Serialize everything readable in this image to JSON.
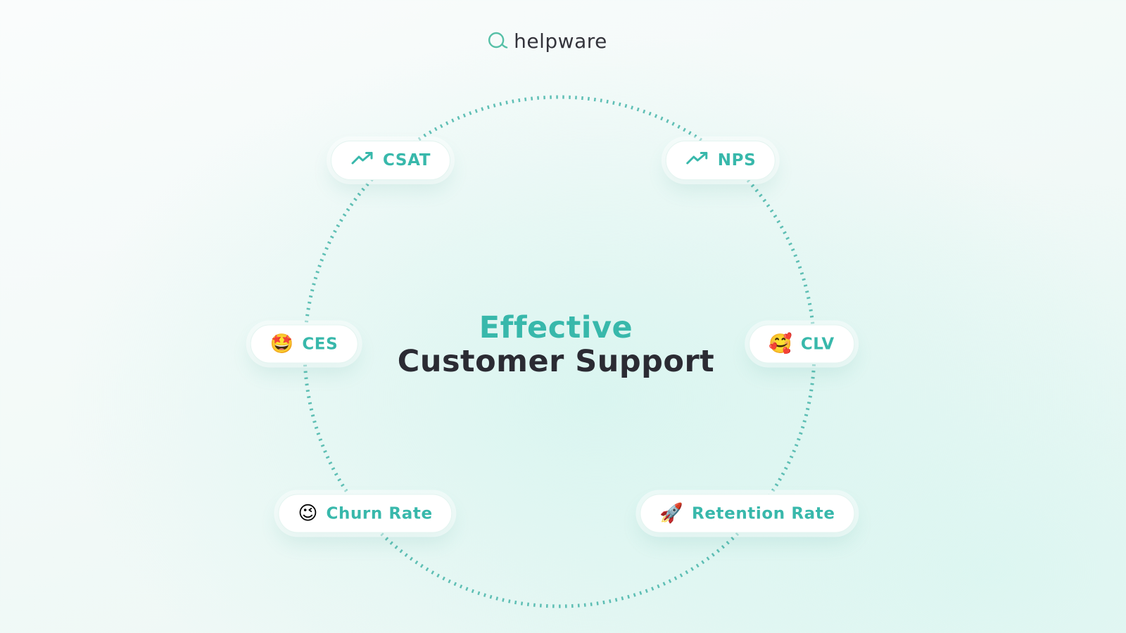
{
  "logo": {
    "text": "helpware",
    "icon": "speech-bubble-icon"
  },
  "title": {
    "line1": "Effective",
    "line2": "Customer Support"
  },
  "metrics": [
    {
      "label": "CSAT",
      "icon": "trending-up-icon"
    },
    {
      "label": "NPS",
      "icon": "trending-up-icon"
    },
    {
      "label": "CES",
      "icon": "star-struck-emoji",
      "emoji": "🤩"
    },
    {
      "label": "CLV",
      "icon": "smiling-face-with-hearts-emoji",
      "emoji": "🥰"
    },
    {
      "label": "Churn Rate",
      "icon": "winking-face-emoji",
      "emoji": "😉"
    },
    {
      "label": "Retention Rate",
      "icon": "rocket-emoji",
      "emoji": "🚀"
    }
  ],
  "colors": {
    "accent": "#38b8ab",
    "title_dark": "#2b2b33",
    "circle_dot": "#4fb8ad",
    "pill_bg": "#ffffff",
    "logo_icon": "#56c0a7",
    "logo_text": "#33333b"
  }
}
